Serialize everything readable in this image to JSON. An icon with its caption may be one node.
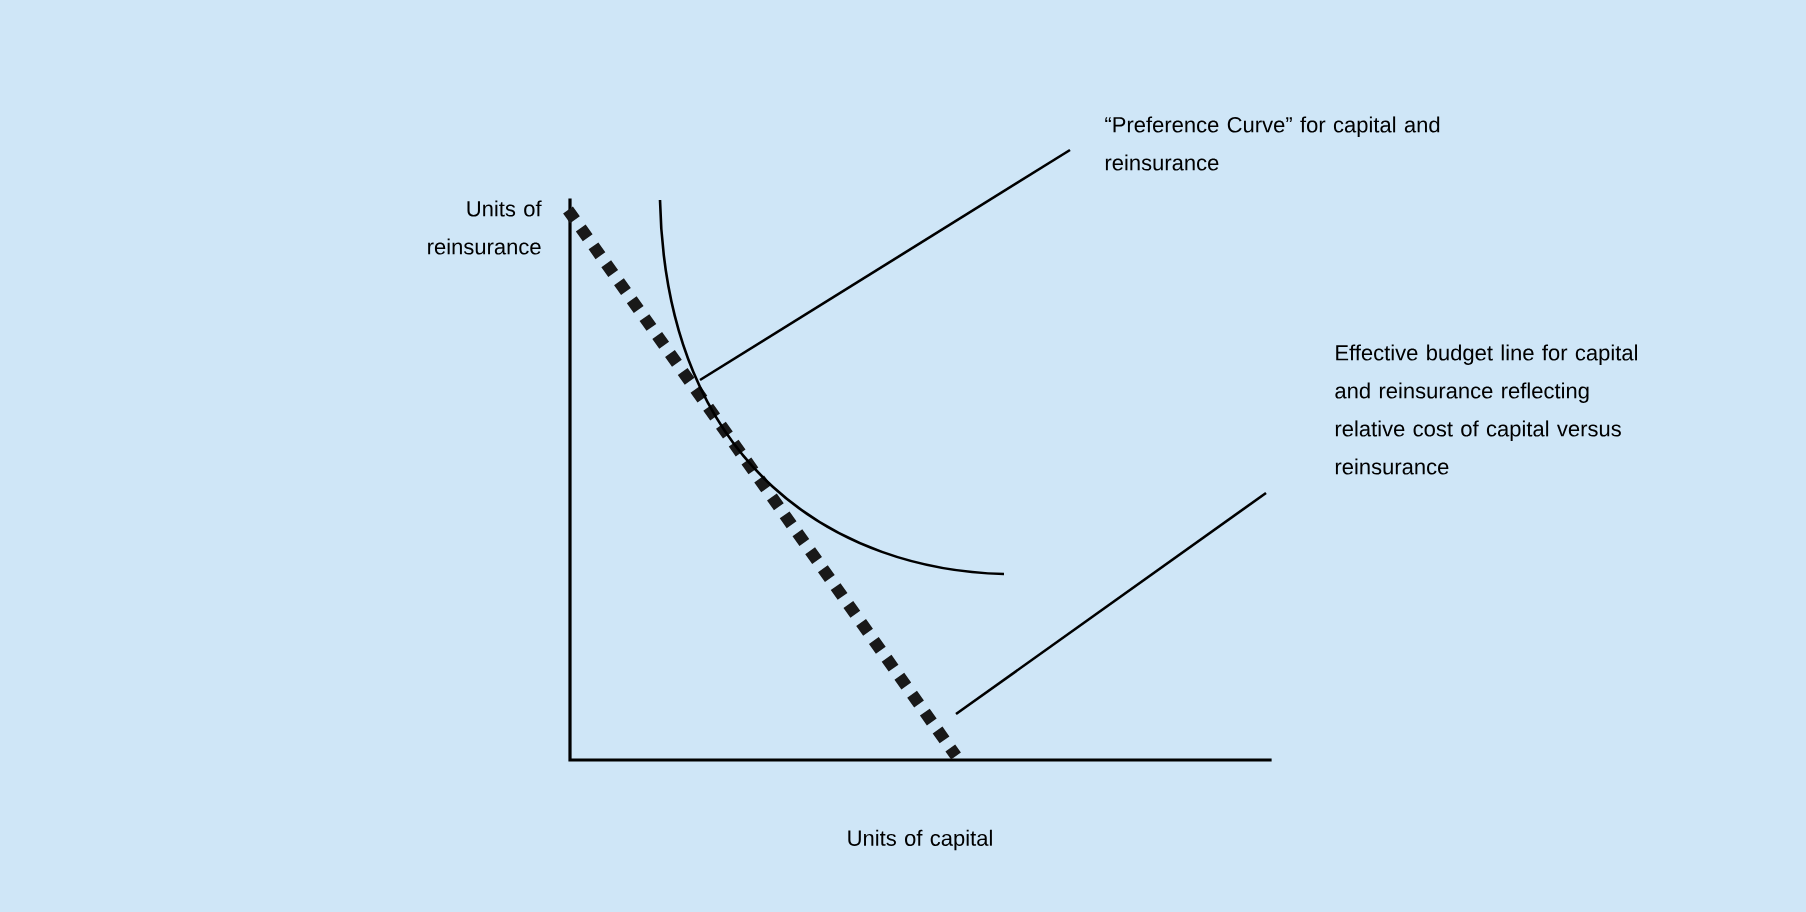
{
  "diagram": {
    "nodes": [
      {
        "text": [
          "“Preference Curve” for capital and reinsurance"
        ]
      },
      {
        "text": [
          "Effective budget line for capital and reinsurance reflecting relative cost of capital versus reinsurance"
        ]
      }
    ],
    "edges": [
      {
        "from": 0,
        "to": null,
        "arrow": "none"
      },
      {
        "from": 1,
        "to": null,
        "arrow": "none"
      }
    ],
    "labels": [
      "Units of reinsurance",
      "Units of capital"
    ]
  }
}
